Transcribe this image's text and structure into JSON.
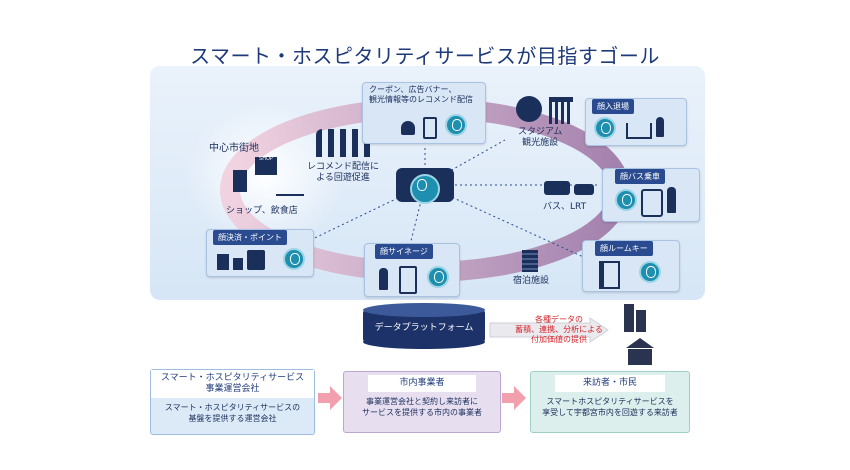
{
  "title": "スマート・ホスピタリティサービスが目指すゴール",
  "diagram": {
    "city_center": {
      "label": "中心市街地",
      "shop_sign": "SHOP",
      "shops_caption": "ショップ、飲食店"
    },
    "recommend_caption": "レコメンド配信に\nよる回遊促進",
    "coupon_card": {
      "label": "クーポン、広告バナー、\n観光情報等のレコメンド配信"
    },
    "stadium_caption": "スタジアム\n観光施設",
    "entry_card": {
      "label": "顔入退場"
    },
    "bus_card": {
      "label": "顔バス乗車"
    },
    "bus_caption": "バス、LRT",
    "payment_card": {
      "label": "顔決済・ポイント"
    },
    "signage_card": {
      "label": "顔サイネージ"
    },
    "hotel_caption": "宿泊施設",
    "roomkey_card": {
      "label": "顔ルームキー"
    },
    "platform_label": "データプラットフォーム",
    "value_text": "各種データの\n蓄積、連携、分析による\n付加価値の提供",
    "colors": {
      "navy": "#1b2f5b",
      "accent_red": "#d2232a",
      "ring": "#9b6aa0",
      "teal": "#1f8fb0"
    }
  },
  "boxes": [
    {
      "head": "スマート・ホスピタリティサービス\n事業運営会社",
      "body": "スマート・ホスピタリティサービスの\n基盤を提供する運営会社"
    },
    {
      "head": "市内事業者",
      "body": "事業運営会社と契約し来訪者に\nサービスを提供する市内の事業者"
    },
    {
      "head": "来訪者・市民",
      "body": "スマートホスピタリティサービスを\n享受して宇都宮市内を回遊する来訪者"
    }
  ]
}
